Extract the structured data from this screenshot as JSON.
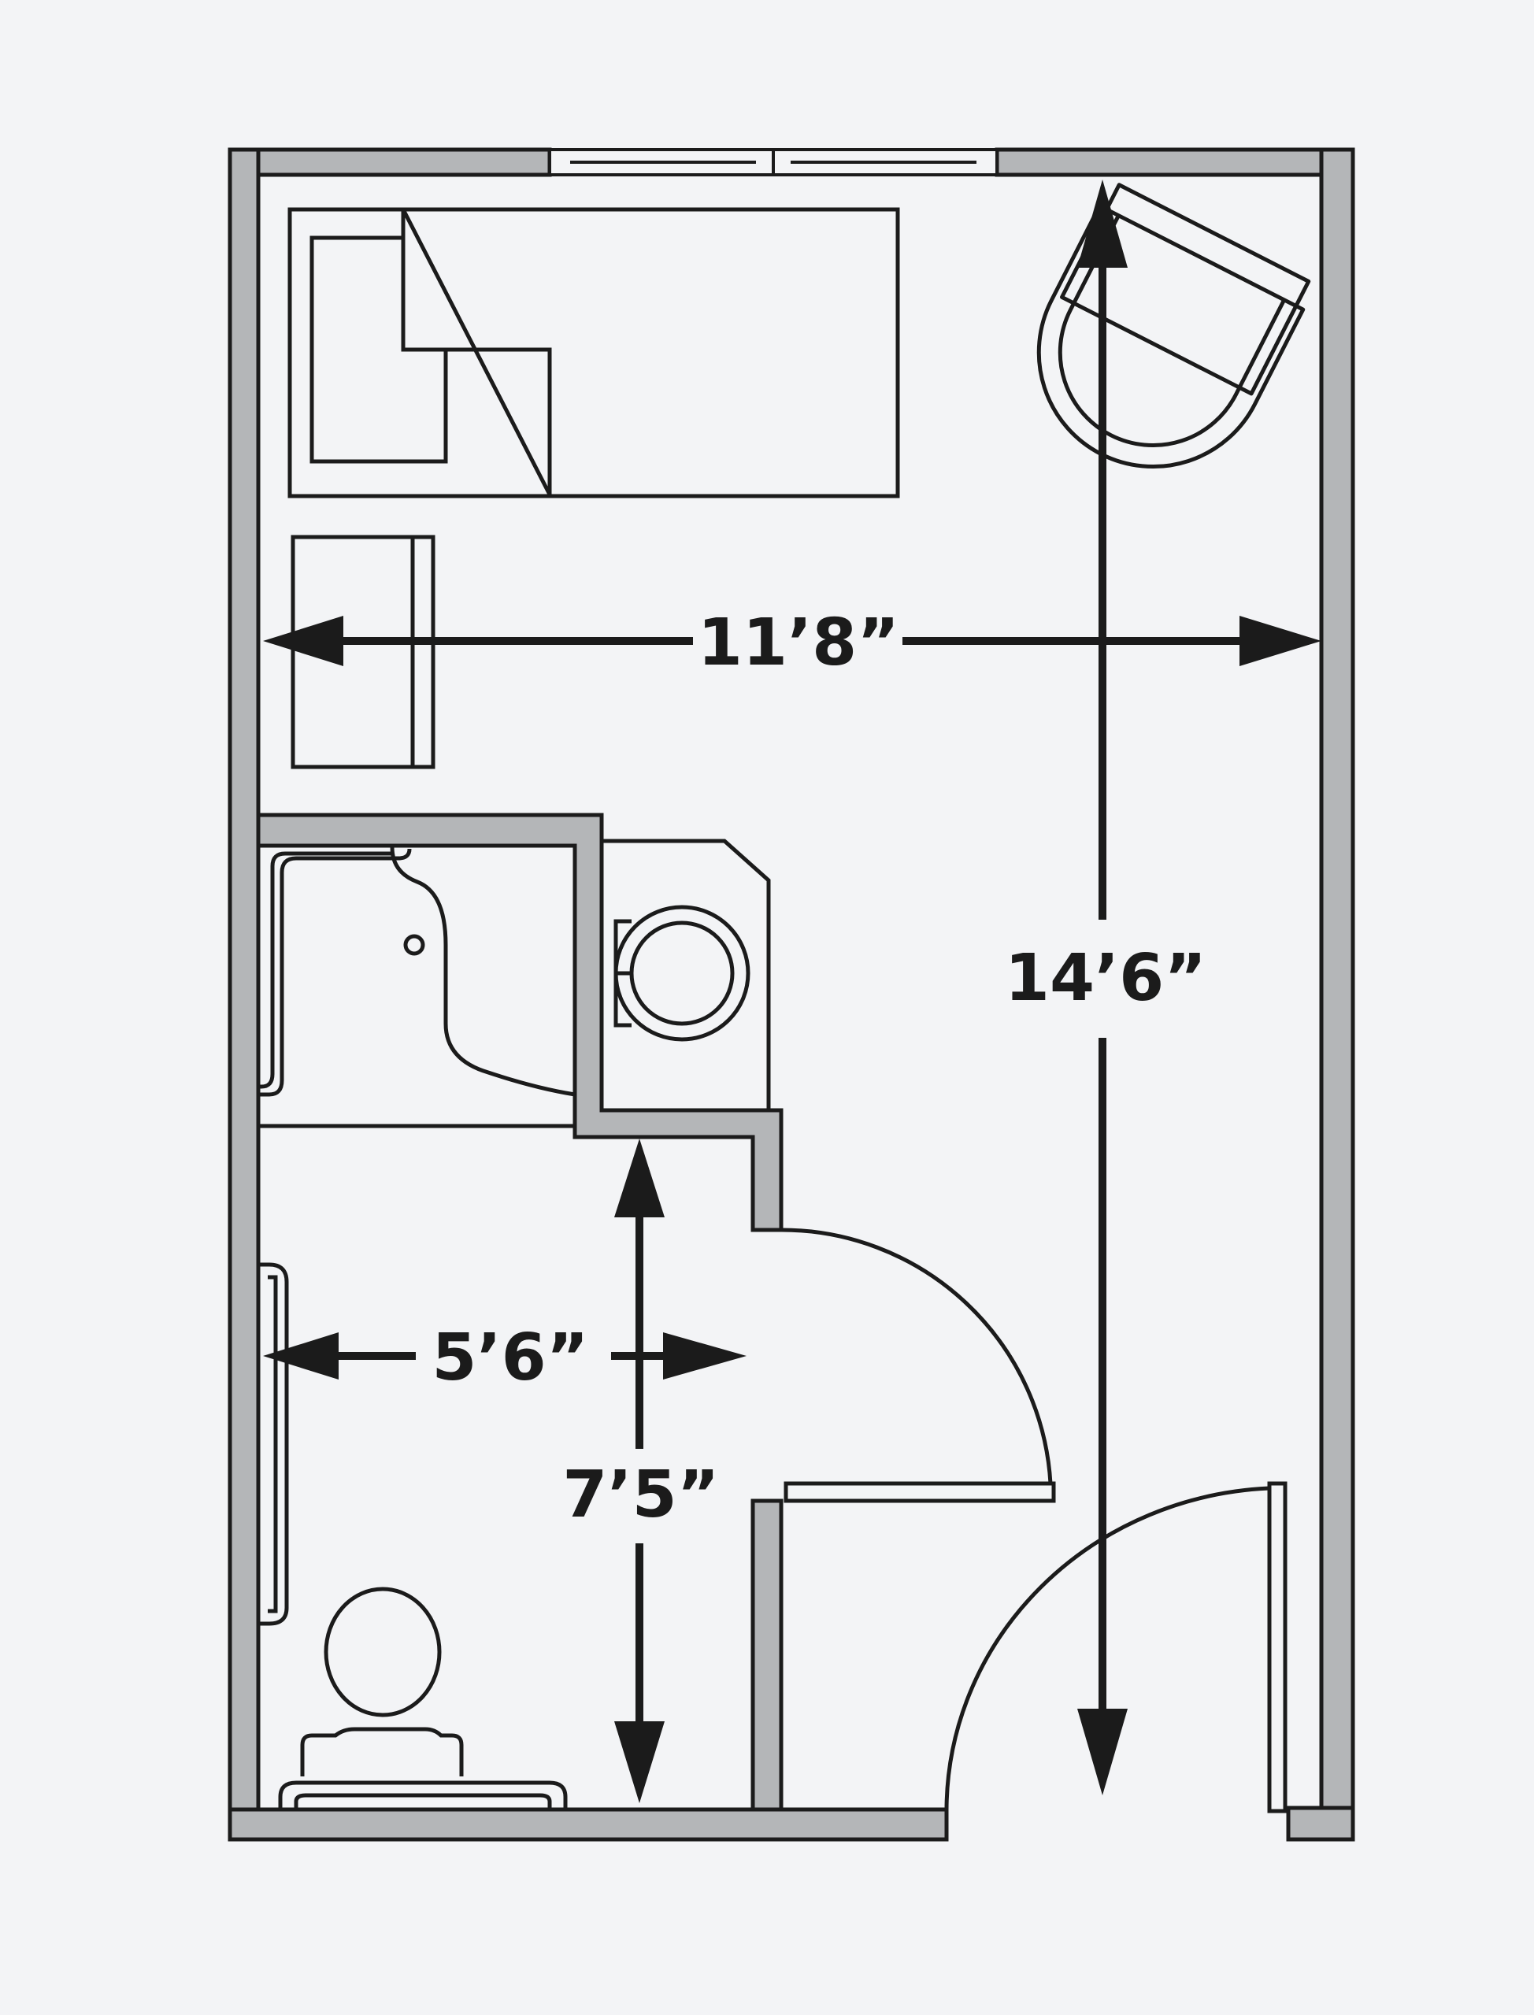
{
  "dimensions": {
    "room_width": "11’8”",
    "room_length": "14’6”",
    "bathroom_width": "5’6”",
    "bathroom_length": "7’5”"
  },
  "colors": {
    "background": "#f3f4f6",
    "wall_fill": "#b4b6b8",
    "line": "#1b1b1b"
  }
}
